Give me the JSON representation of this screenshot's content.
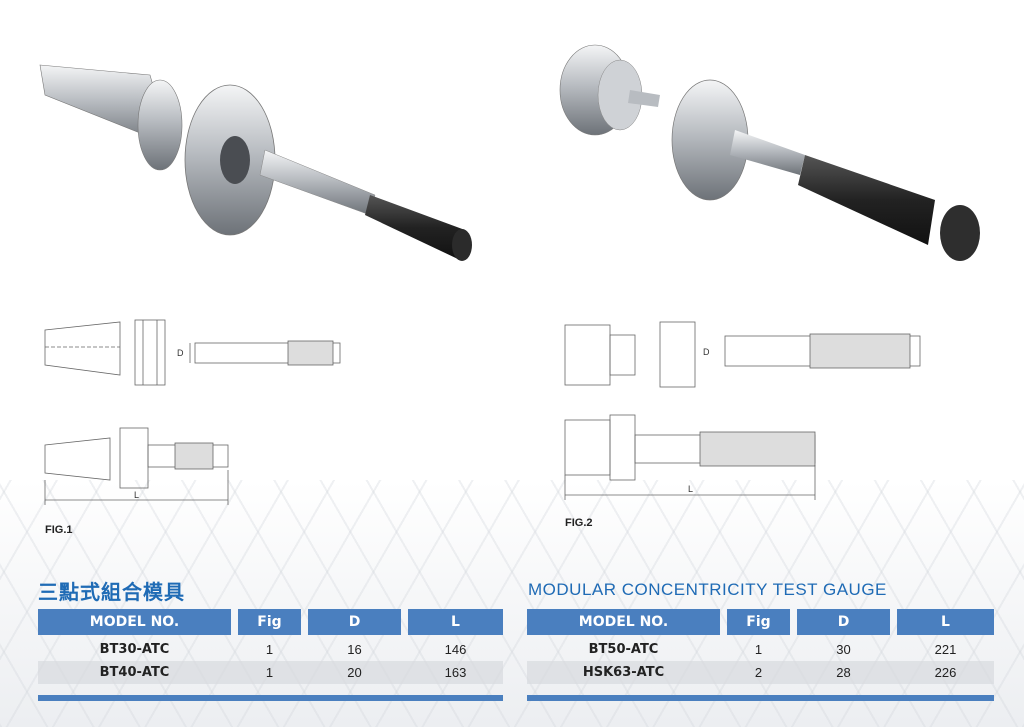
{
  "figures": {
    "fig1_label": "FIG.1",
    "fig2_label": "FIG.2",
    "dim_d": "D",
    "dim_l": "L"
  },
  "left_table": {
    "title": "三點式組合模具",
    "headers": [
      "MODEL NO.",
      "Fig",
      "D",
      "L"
    ],
    "rows": [
      [
        "BT30-ATC",
        "1",
        "16",
        "146"
      ],
      [
        "BT40-ATC",
        "1",
        "20",
        "163"
      ]
    ]
  },
  "right_table": {
    "title": "MODULAR CONCENTRICITY TEST GAUGE",
    "headers": [
      "MODEL NO.",
      "Fig",
      "D",
      "L"
    ],
    "rows": [
      [
        "BT50-ATC",
        "1",
        "30",
        "221"
      ],
      [
        "HSK63-ATC",
        "2",
        "28",
        "226"
      ]
    ]
  },
  "colors": {
    "accent": "#4a7fbf",
    "title": "#1f6bb5"
  }
}
